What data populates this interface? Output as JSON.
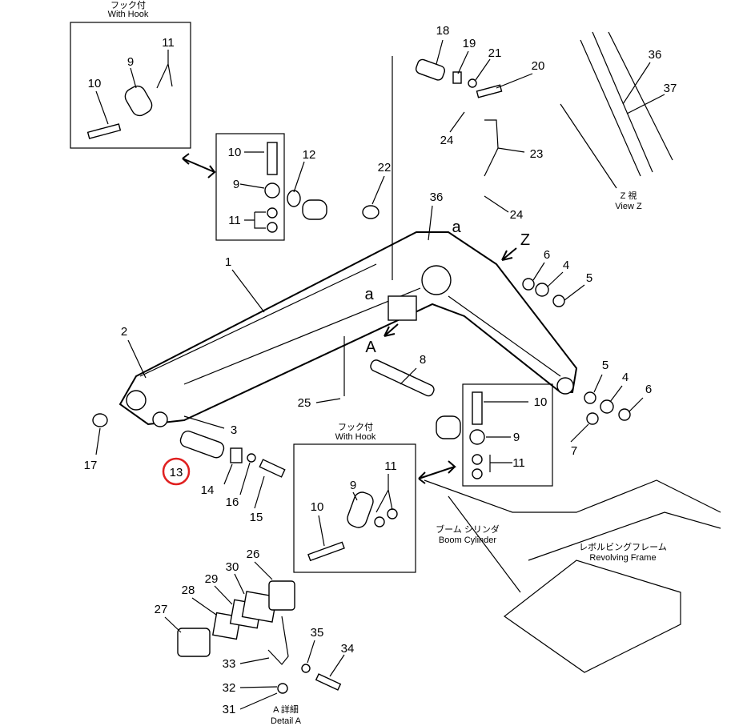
{
  "callouts": [
    "11",
    "9",
    "10",
    "10",
    "9",
    "11",
    "12",
    "22",
    "1",
    "2",
    "3",
    "17",
    "13",
    "14",
    "16",
    "15",
    "18",
    "19",
    "21",
    "20",
    "24",
    "23",
    "24",
    "36",
    "6",
    "4",
    "5",
    "8",
    "25",
    "5",
    "4",
    "6",
    "7",
    "10",
    "9",
    "11",
    "11",
    "9",
    "10",
    "36",
    "37",
    "26",
    "30",
    "29",
    "28",
    "27",
    "35",
    "34",
    "33",
    "32",
    "31"
  ],
  "markers": {
    "a1": "a",
    "a2": "a",
    "z": "Z",
    "A": "A"
  },
  "captions": {
    "hook_jp_1": "フック付",
    "hook_en_1": "With Hook",
    "hook_jp_2": "フック付",
    "hook_en_2": "With Hook",
    "boom_cyl_jp": "ブーム シリンダ",
    "boom_cyl_en": "Boom Cylinder",
    "rev_frame_jp": "レボルビングフレーム",
    "rev_frame_en": "Revolving Frame",
    "view_z_jp": "Z 視",
    "view_z_en": "View Z",
    "detail_a_jp": "A 詳細",
    "detail_a_en": "Detail A"
  },
  "highlight": {
    "callout": "13",
    "color": "#e02020"
  }
}
